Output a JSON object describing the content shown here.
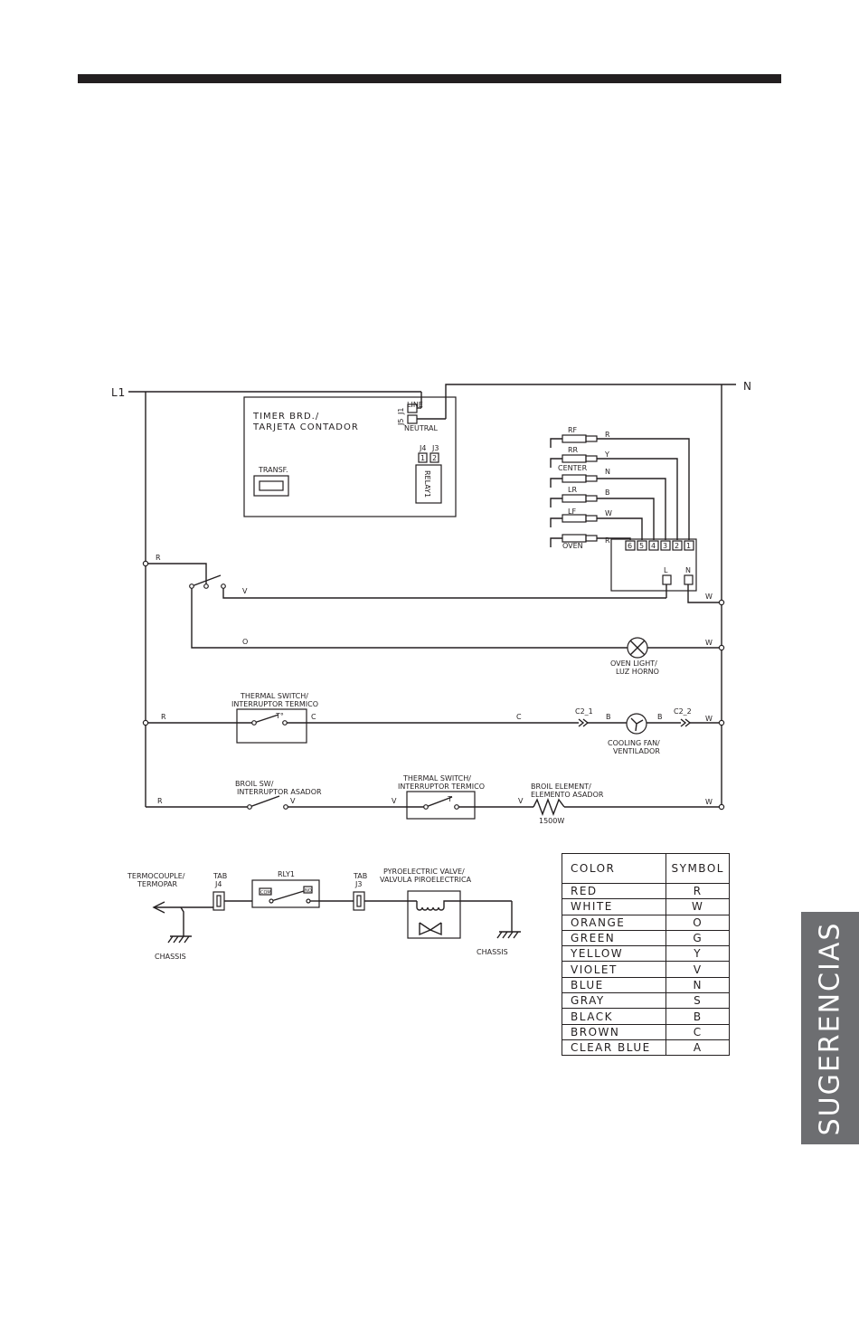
{
  "side_tab": "SUGERENCIAS",
  "power": {
    "line": "L1",
    "neutral": "N"
  },
  "timer_board": {
    "title_line1": "TIMER BRD./",
    "title_line2": "TARJETA CONTADOR",
    "transformer": "TRANSF.",
    "j1": "J1",
    "j5": "J5",
    "line": "LINE",
    "neutral": "NEUTRAL",
    "j4": "J4",
    "j3": "J3",
    "pin1": "1",
    "pin2": "2",
    "relay": "RELAY1"
  },
  "probes": [
    {
      "name": "RF",
      "wire": "R"
    },
    {
      "name": "RR",
      "wire": "Y"
    },
    {
      "name": "CENTER",
      "wire": "N"
    },
    {
      "name": "LR",
      "wire": "B"
    },
    {
      "name": "LF",
      "wire": "W"
    },
    {
      "name": "OVEN",
      "wire": "R"
    }
  ],
  "terminal_block": {
    "pins": [
      "6",
      "5",
      "4",
      "3",
      "2",
      "1"
    ],
    "l": "L",
    "n": "N"
  },
  "wires": {
    "r": "R",
    "v": "V",
    "o": "O",
    "w": "W",
    "c": "C",
    "b": "B"
  },
  "components": {
    "oven_light_1": "OVEN LIGHT/",
    "oven_light_2": "LUZ HORNO",
    "thermal_switch_1": "THERMAL SWITCH/",
    "thermal_switch_2": "INTERRUPTOR TERMICO",
    "t_degree": "T°",
    "t": "T",
    "c2_1": "C2_1",
    "c2_2": "C2_2",
    "cooling_fan_1": "COOLING FAN/",
    "cooling_fan_2": "VENTILADOR",
    "broil_sw_1": "BROIL SW/",
    "broil_sw_2": "INTERRUPTOR ASADOR",
    "broil_element_1": "BROIL ELEMENT/",
    "broil_element_2": "ELEMENTO ASADOR",
    "watts": "1500W"
  },
  "valve_circuit": {
    "thermocouple_1": "TERMOCOUPLE/",
    "thermocouple_2": "TERMOPAR",
    "tab": "TAB",
    "j4": "J4",
    "j3": "J3",
    "rly": "RLY1",
    "com": "COM",
    "no": "NO",
    "valve_1": "PYROELECTRIC VALVE/",
    "valve_2": "VALVULA PIROELECTRICA",
    "chassis": "CHASSIS"
  },
  "legend": {
    "header_color": "COLOR",
    "header_symbol": "SYMBOL",
    "rows": [
      {
        "color": "RED",
        "symbol": "R"
      },
      {
        "color": "WHITE",
        "symbol": "W"
      },
      {
        "color": "ORANGE",
        "symbol": "O"
      },
      {
        "color": "GREEN",
        "symbol": "G"
      },
      {
        "color": "YELLOW",
        "symbol": "Y"
      },
      {
        "color": "VIOLET",
        "symbol": "V"
      },
      {
        "color": "BLUE",
        "symbol": "N"
      },
      {
        "color": "GRAY",
        "symbol": "S"
      },
      {
        "color": "BLACK",
        "symbol": "B"
      },
      {
        "color": "BROWN",
        "symbol": "C"
      },
      {
        "color": "CLEAR BLUE",
        "symbol": "A"
      }
    ]
  }
}
